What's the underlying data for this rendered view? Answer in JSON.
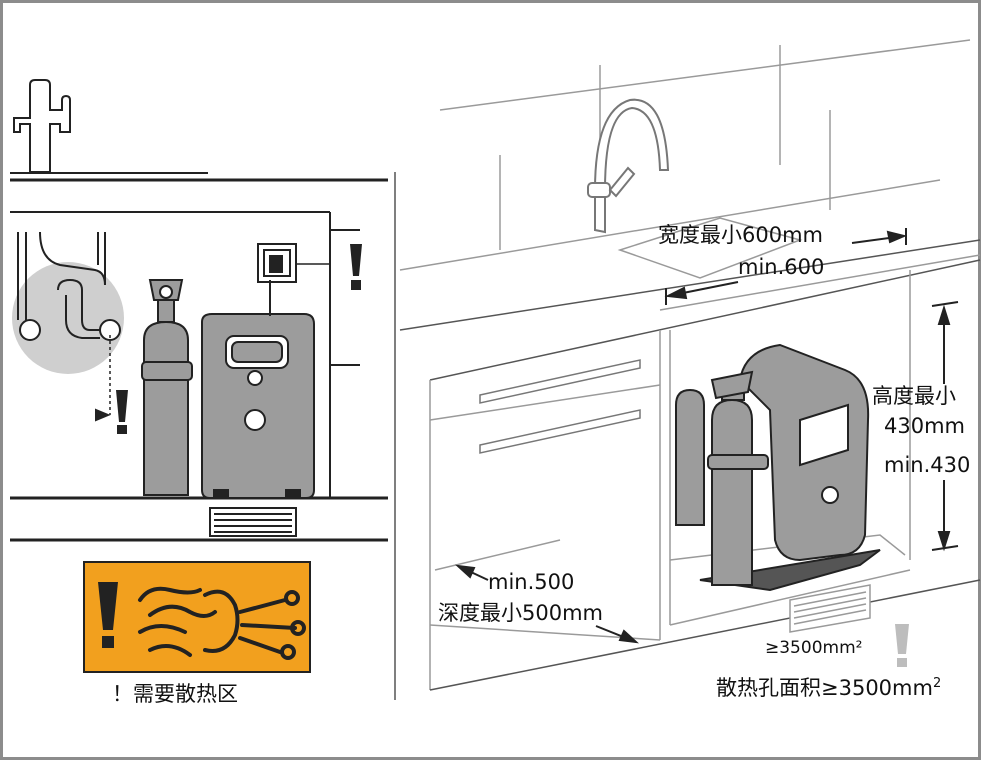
{
  "labels": {
    "width_cn": "宽度最小600mm",
    "width_min": "min.600",
    "height_cn": "高度最小",
    "height_mm": "430mm",
    "height_min": "min.430",
    "depth_min": "min.500",
    "depth_cn": "深度最小500mm",
    "vent_small": "≥3500mm²",
    "vent_cn": "散热孔面积≥3500mm",
    "vent_sup": "2",
    "heat_zone": "！需要散热区"
  },
  "colors": {
    "warning_bg": "#f2a01e",
    "line": "#222222",
    "light_line": "#9a9a9a",
    "unit_fill": "#9c9c9c",
    "circle_fill": "#cfcfcf"
  }
}
